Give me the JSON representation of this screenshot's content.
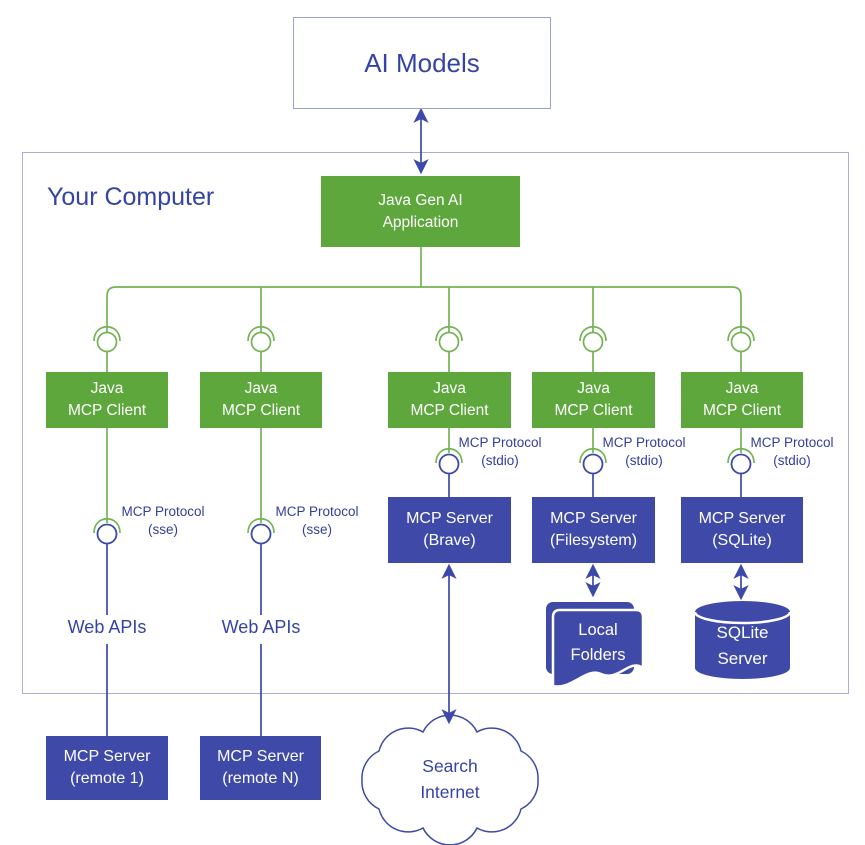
{
  "colors": {
    "green_fill": "#5ea73d",
    "green_line": "#74b354",
    "indigo_fill": "#3e49a8",
    "indigo_line": "#3d49a8",
    "indigo_text": "#3544a4",
    "label_text": "#333e9b",
    "frame_border": "#a9b0d4"
  },
  "ai_models": {
    "label": "AI Models"
  },
  "your_computer": {
    "label": "Your Computer"
  },
  "app": {
    "line1": "Java Gen AI",
    "line2": "Application"
  },
  "clients": [
    {
      "line1": "Java",
      "line2": "MCP Client"
    },
    {
      "line1": "Java",
      "line2": "MCP Client"
    },
    {
      "line1": "Java",
      "line2": "MCP Client"
    },
    {
      "line1": "Java",
      "line2": "MCP Client"
    },
    {
      "line1": "Java",
      "line2": "MCP Client"
    }
  ],
  "protocol_labels": {
    "sse": {
      "line1": "MCP Protocol",
      "line2": "(sse)"
    },
    "stdio": {
      "line1": "MCP Protocol",
      "line2": "(stdio)"
    }
  },
  "servers": {
    "brave": {
      "line1": "MCP Server",
      "line2": "(Brave)"
    },
    "filesystem": {
      "line1": "MCP Server",
      "line2": "(Filesystem)"
    },
    "sqlite": {
      "line1": "MCP Server",
      "line2": "(SQLite)"
    },
    "remote1": {
      "line1": "MCP Server",
      "line2": "(remote 1)"
    },
    "remoteN": {
      "line1": "MCP Server",
      "line2": "(remote N)"
    }
  },
  "web_apis": {
    "label": "Web APIs"
  },
  "local_folders": {
    "line1": "Local",
    "line2": "Folders"
  },
  "sqlite_server": {
    "line1": "SQLite",
    "line2": "Server"
  },
  "cloud": {
    "line1": "Search",
    "line2": "Internet"
  },
  "icons": {
    "socket_connector": "ball-and-socket-interface",
    "local_folders": "stacked-documents",
    "sqlite_server": "database-cylinder",
    "search_internet": "cloud"
  }
}
